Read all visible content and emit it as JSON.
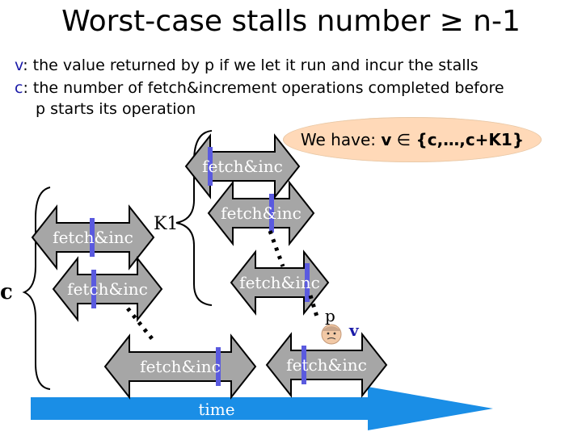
{
  "title": "Worst-case stalls number ≥ n-1",
  "definitions": [
    {
      "var": "v",
      "text": ": the value returned by p if we let it run and incur the stalls"
    },
    {
      "var": "c",
      "text": ": the number of fetch&increment operations completed before"
    },
    {
      "var": "",
      "text": "p starts its operation"
    }
  ],
  "callout": {
    "prefix": "We have: ",
    "var": "v",
    "symbol": " ∈ ",
    "set": "{c,…,c+K1}"
  },
  "operations": [
    {
      "label": "fetch&inc"
    },
    {
      "label": "fetch&inc"
    },
    {
      "label": "fetch&inc"
    },
    {
      "label": "fetch&inc"
    },
    {
      "label": "fetch&inc"
    },
    {
      "label": "fetch&inc"
    },
    {
      "label": "fetch&inc"
    }
  ],
  "labels": {
    "k1": "K1",
    "c": "c",
    "p": "p",
    "v": "v",
    "time": "time"
  },
  "colors": {
    "arrow_fill": "#a6a6a6",
    "marker": "#5a5adf",
    "time_arrow": "#1a8ee6",
    "callout_bg": "#ffd9b8"
  }
}
